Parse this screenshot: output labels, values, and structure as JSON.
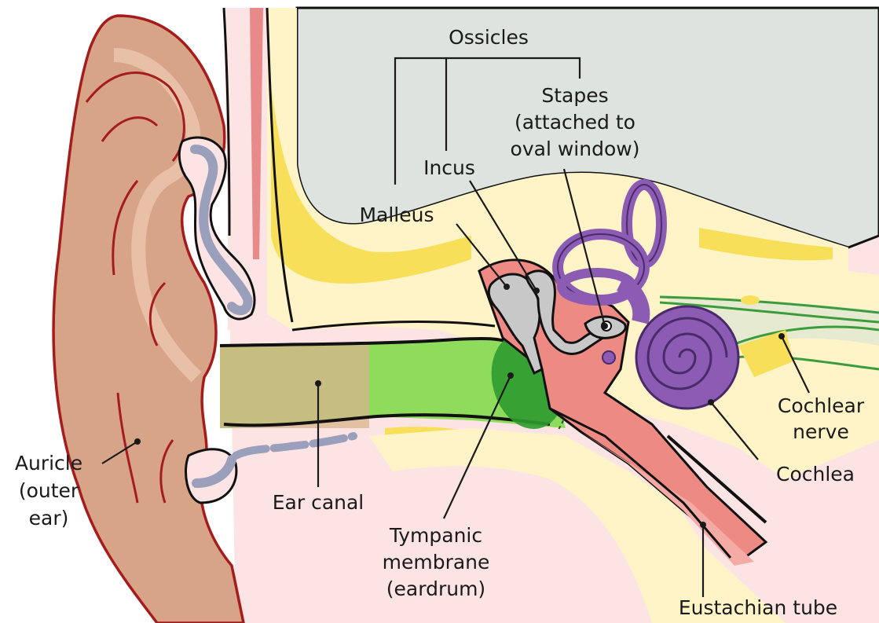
{
  "diagram": {
    "labels": {
      "ossicles": "Ossicles",
      "stapes": [
        "Stapes",
        "(attached to",
        "oval window)"
      ],
      "incus": "Incus",
      "malleus": "Malleus",
      "auricle": [
        "Auricle",
        "(outer",
        "ear)"
      ],
      "ear_canal": "Ear canal",
      "tympanic": [
        "Tympanic",
        "membrane",
        "(eardrum)"
      ],
      "cochlear_nerve": [
        "Cochlear",
        "nerve"
      ],
      "cochlea": "Cochlea",
      "eustachian": "Eustachian tube"
    },
    "colors": {
      "skin": "#d8a488",
      "skin_light": "#e8c0a8",
      "outline_red": "#a51c1c",
      "bone": "#fff4c8",
      "yellow": "#f7df5a",
      "tissue": "#fde4e4",
      "gray_bg": "#dde3df",
      "canal_green": "#8fdc5c",
      "eardrum_green": "#2f9a2f",
      "middle_ear_red": "#ee8a84",
      "cochlea_purple": "#8c5cb4",
      "ossicle_gray": "#c8c8c8",
      "cartilage_blue": "#9aa0bc"
    }
  }
}
